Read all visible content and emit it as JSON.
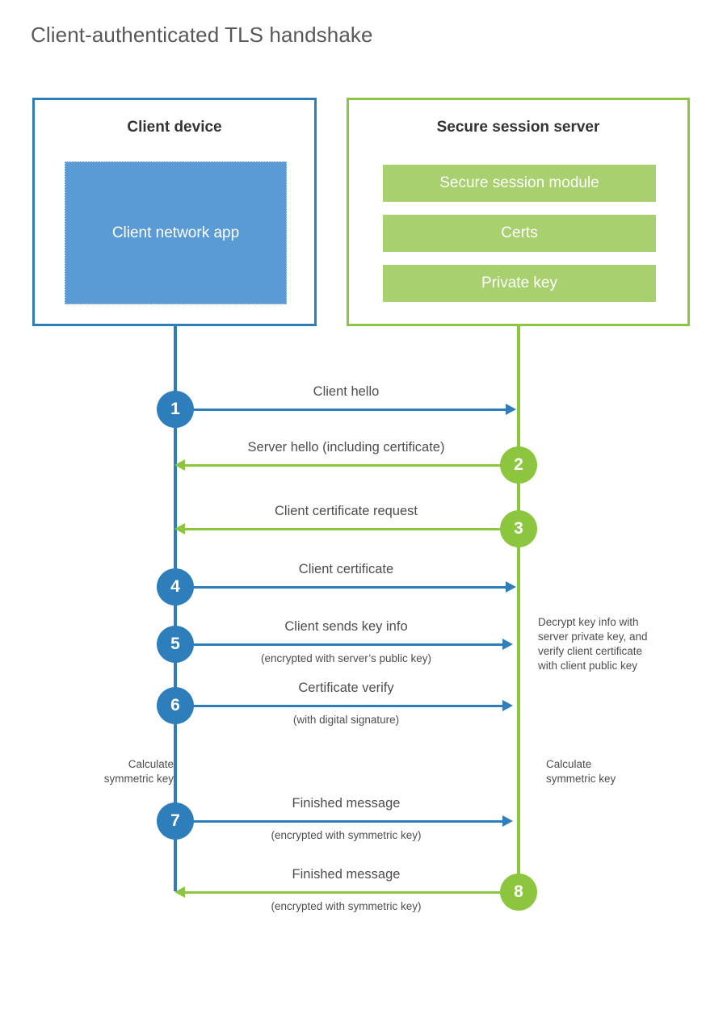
{
  "title": "Client-authenticated TLS handshake",
  "colors": {
    "client_blue": "#2e7ebb",
    "client_app_fill": "#5b9bd5",
    "server_green": "#8cc63f",
    "server_bar_fill": "#a8d06e",
    "text": "#4d4d4d",
    "title_text": "#58585a"
  },
  "client": {
    "title": "Client device",
    "app_label": "Client network app"
  },
  "server": {
    "title": "Secure session server",
    "bars": [
      {
        "label": "Secure session module"
      },
      {
        "label": "Certs"
      },
      {
        "label": "Private key"
      }
    ]
  },
  "messages": [
    {
      "number": "1",
      "label": "Client hello",
      "sublabel": "",
      "direction": "client-to-server",
      "color": "blue"
    },
    {
      "number": "2",
      "label": "Server hello (including certificate)",
      "sublabel": "",
      "direction": "server-to-client",
      "color": "green"
    },
    {
      "number": "3",
      "label": "Client certificate request",
      "sublabel": "",
      "direction": "server-to-client",
      "color": "green"
    },
    {
      "number": "4",
      "label": "Client certificate",
      "sublabel": "",
      "direction": "client-to-server",
      "color": "blue"
    },
    {
      "number": "5",
      "label": "Client sends key info",
      "sublabel": "(encrypted with server’s public key)",
      "direction": "client-to-server",
      "color": "blue"
    },
    {
      "number": "6",
      "label": "Certificate verify",
      "sublabel": "(with digital signature)",
      "direction": "client-to-server",
      "color": "blue"
    },
    {
      "number": "7",
      "label": "Finished message",
      "sublabel": "(encrypted with symmetric key)",
      "direction": "client-to-server",
      "color": "blue"
    },
    {
      "number": "8",
      "label": "Finished message",
      "sublabel": "(encrypted with symmetric key)",
      "direction": "server-to-client",
      "color": "green"
    }
  ],
  "notes": {
    "server_decrypt": {
      "line1": "Decrypt key info with",
      "line2": "server private key, and",
      "line3": "verify client certificate",
      "line4": "with client public key"
    },
    "client_symmetric": {
      "line1": "Calculate",
      "line2": "symmetric key"
    },
    "server_symmetric": {
      "line1": "Calculate",
      "line2": "symmetric key"
    }
  }
}
